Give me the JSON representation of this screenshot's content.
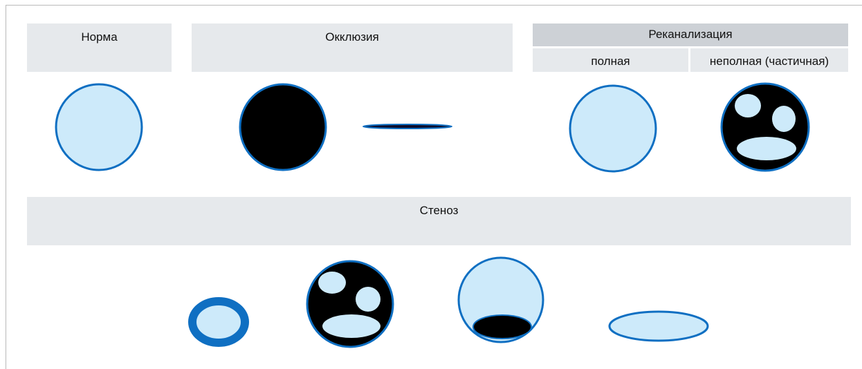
{
  "headers": {
    "norm": "Норма",
    "occlusion": "Окклюзия",
    "recanalization": "Реканализация",
    "recan_full": "полная",
    "recan_partial": "неполная (частичная)",
    "stenosis": "Стеноз"
  },
  "colors": {
    "header_bg": "#e6e9ec",
    "header_bg_dark": "#cdd1d6",
    "vessel_wall": "#0f6fc2",
    "lumen": "#cdeafa",
    "occluded": "#000000"
  },
  "icons": [
    "normal-vessel-icon",
    "occluded-vessel-icon",
    "collapsed-vessel-icon",
    "full-recanalization-icon",
    "partial-recanalization-icon",
    "thick-wall-stenosis-icon",
    "partial-channels-stenosis-icon",
    "plaque-stenosis-icon",
    "flattened-stenosis-icon"
  ]
}
